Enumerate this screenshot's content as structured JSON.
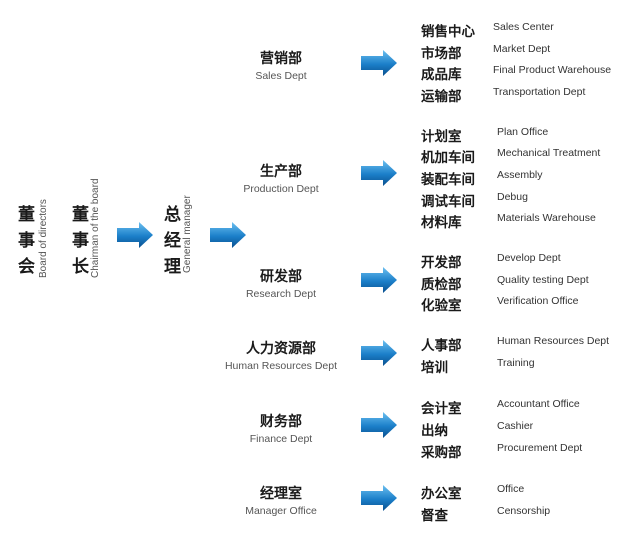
{
  "board": {
    "cn": [
      "董",
      "事",
      "会"
    ],
    "en": "Board of directors"
  },
  "chairman": {
    "cn": [
      "董",
      "事",
      "长"
    ],
    "en": "Chairman of the board"
  },
  "gm": {
    "cn": [
      "总",
      "经",
      "理"
    ],
    "en": "General manager"
  },
  "departments": [
    {
      "cn": "营销部",
      "en": "Sales Dept",
      "subs": [
        {
          "cn": "销售中心",
          "en": "Sales Center"
        },
        {
          "cn": "市场部",
          "en": "Market Dept"
        },
        {
          "cn": "成品库",
          "en": "Final Product Warehouse"
        },
        {
          "cn": "运输部",
          "en": "Transportation Dept"
        }
      ]
    },
    {
      "cn": "生产部",
      "en": "Production Dept",
      "subs": [
        {
          "cn": "计划室",
          "en": "Plan Office"
        },
        {
          "cn": "机加车间",
          "en": "Mechanical Treatment"
        },
        {
          "cn": "装配车间",
          "en": "Assembly"
        },
        {
          "cn": "调试车间",
          "en": "Debug"
        },
        {
          "cn": "材料库",
          "en": "Materials Warehouse"
        }
      ]
    },
    {
      "cn": "研发部",
      "en": "Research Dept",
      "subs": [
        {
          "cn": "开发部",
          "en": "Develop Dept"
        },
        {
          "cn": "质检部",
          "en": "Quality testing Dept"
        },
        {
          "cn": "化验室",
          "en": "Verification Office"
        }
      ]
    },
    {
      "cn": "人力资源部",
      "en": "Human Resources Dept",
      "subs": [
        {
          "cn": "人事部",
          "en": "Human Resources Dept"
        },
        {
          "cn": "培训",
          "en": "Training"
        }
      ]
    },
    {
      "cn": "财务部",
      "en": "Finance Dept",
      "subs": [
        {
          "cn": "会计室",
          "en": "Accountant Office"
        },
        {
          "cn": "出纳",
          "en": "Cashier"
        },
        {
          "cn": "采购部",
          "en": "Procurement Dept"
        }
      ]
    },
    {
      "cn": "经理室",
      "en": "Manager Office",
      "subs": [
        {
          "cn": "办公室",
          "en": "Office"
        },
        {
          "cn": "督查",
          "en": "Censorship"
        }
      ]
    }
  ],
  "colors": {
    "arrow_light": "#5fb0e8",
    "arrow_dark": "#0b5fa5"
  }
}
